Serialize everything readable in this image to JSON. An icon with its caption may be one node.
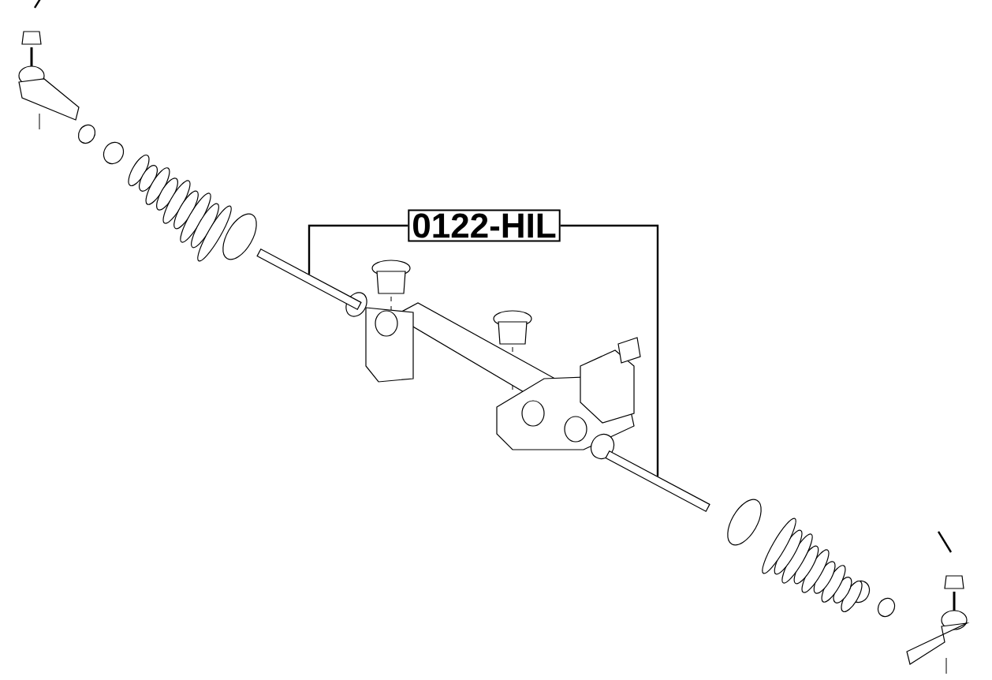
{
  "diagram": {
    "nodes": [
      {
        "text": [
          "0122-HIL"
        ]
      },
      {
        "text": [],
        "shape": "bar"
      },
      {
        "text": [],
        "shape": "bar"
      }
    ],
    "edges": [
      {
        "from": 0,
        "to": 1,
        "arrow": "none"
      },
      {
        "from": 0,
        "to": 2,
        "arrow": "none"
      }
    ]
  }
}
